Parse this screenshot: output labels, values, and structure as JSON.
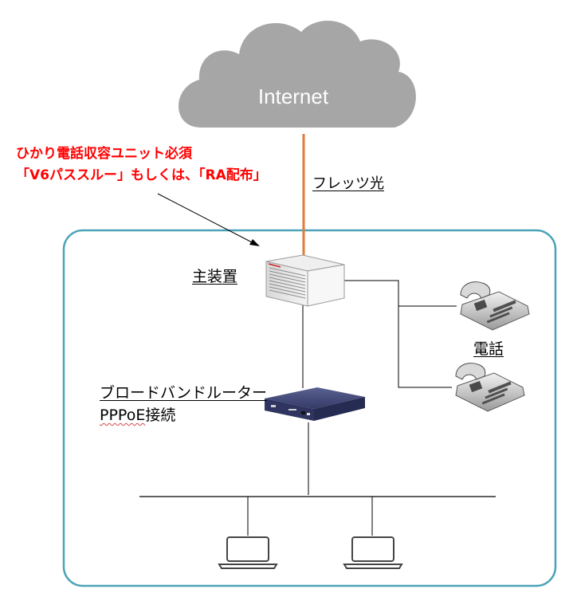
{
  "cloud": {
    "label": "Internet",
    "color": "#a6a6a6"
  },
  "annotation": {
    "line1": "ひかり電話収容ユニット必須",
    "line2": "「V6パススルー」もしくは、「RA配布」",
    "color": "#ff0000"
  },
  "link": {
    "label": "フレッツ光",
    "color": "#e07b39"
  },
  "devices": {
    "main_unit": "主装置",
    "phones": "電話",
    "router_line1": "ブロードバンドルーター",
    "router_line2_a": "PPPoE",
    "router_line2_b": "接続"
  },
  "lan_box_color": "#4aa3b8"
}
